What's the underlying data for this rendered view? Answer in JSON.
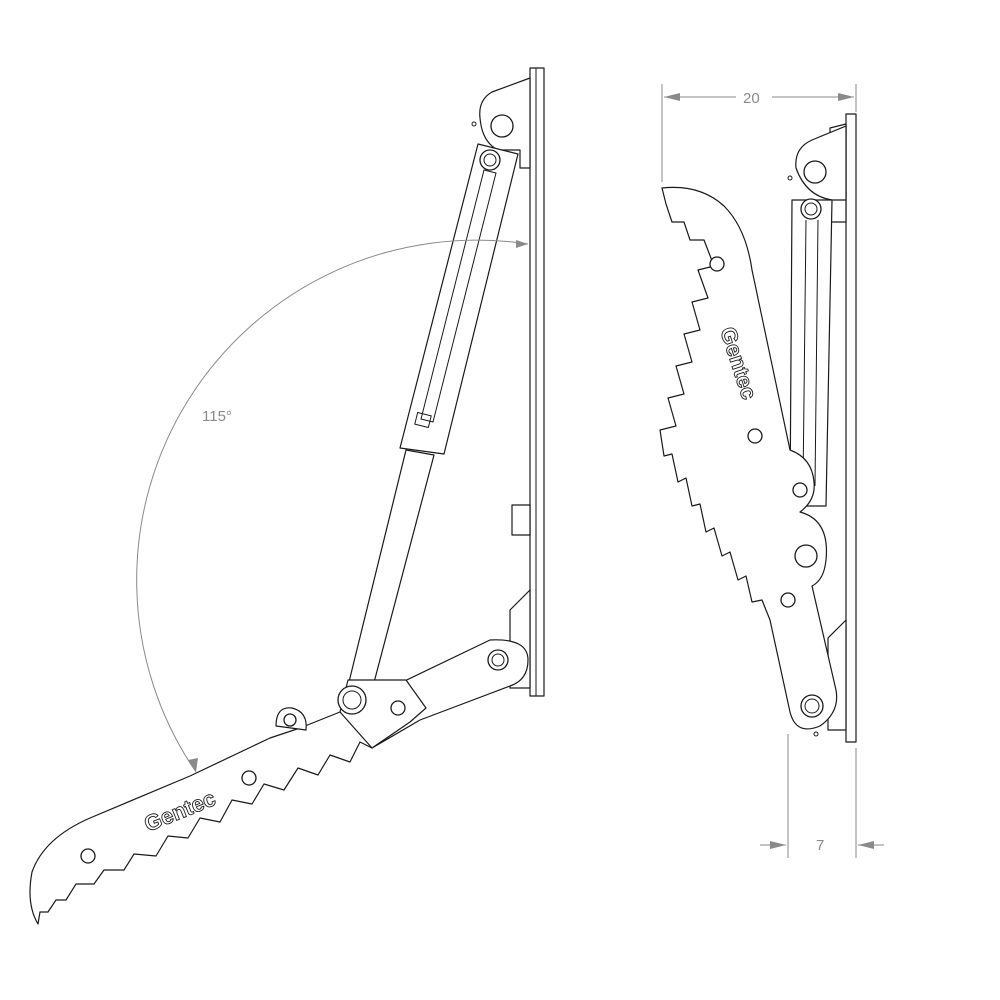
{
  "brand_logo": "Gentec",
  "dimensions": {
    "angle_label": "115°",
    "width_label": "20",
    "offset_label": "7"
  },
  "colors": {
    "line": "#1a1a1a",
    "dimension": "#8a8a8a",
    "background": "#ffffff"
  }
}
